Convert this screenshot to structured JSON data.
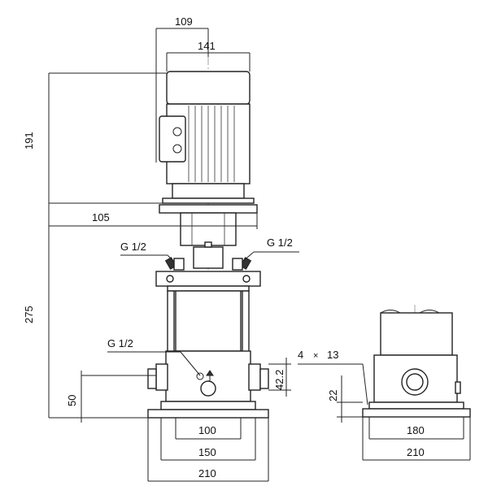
{
  "dimensions": {
    "motor_offset_width": "109",
    "motor_width": "141",
    "motor_height": "191",
    "pump_height": "275",
    "flange_offset": "105",
    "port_left_upper": "G 1/2",
    "port_right_upper": "G 1/2",
    "port_left_lower": "G 1/2",
    "inlet_height": "50",
    "port_offset": "42.2",
    "base_inner": "100",
    "base_middle": "150",
    "base_overall": "210",
    "bolt_holes": "4",
    "bolt_hole_times": "×",
    "bolt_hole_size": "13",
    "base_thickness": "22",
    "side_base_inner": "180",
    "side_base_overall": "210"
  }
}
